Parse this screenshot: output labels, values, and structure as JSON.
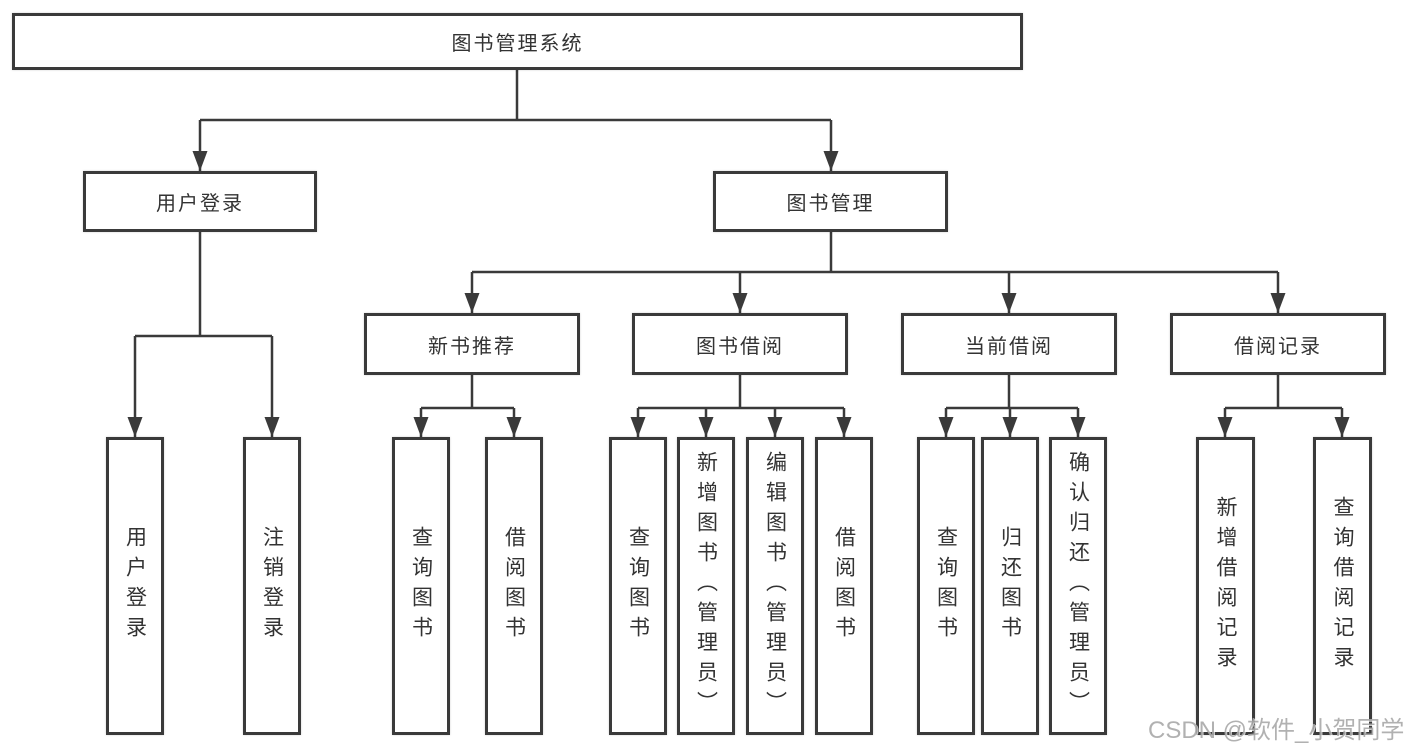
{
  "meta": {
    "watermark": "CSDN @软件_小贺同学"
  },
  "colors": {
    "line": "#3a3a3a",
    "box_border": "#3a3a3a",
    "text": "#333333",
    "background": "#ffffff",
    "watermark": "#a9a9a9"
  },
  "tree": {
    "root": "图书管理系统",
    "branches": [
      {
        "label": "用户登录",
        "children": [
          "用户登录",
          "注销登录"
        ]
      },
      {
        "label": "图书管理",
        "groups": [
          {
            "label": "新书推荐",
            "children": [
              "查询图书",
              "借阅图书"
            ]
          },
          {
            "label": "图书借阅",
            "children": [
              "查询图书",
              "新增图书（管理员）",
              "编辑图书（管理员）",
              "借阅图书"
            ]
          },
          {
            "label": "当前借阅",
            "children": [
              "查询图书",
              "归还图书",
              "确认归还（管理员）"
            ]
          },
          {
            "label": "借阅记录",
            "children": [
              "新增借阅记录",
              "查询借阅记录"
            ]
          }
        ]
      }
    ]
  }
}
